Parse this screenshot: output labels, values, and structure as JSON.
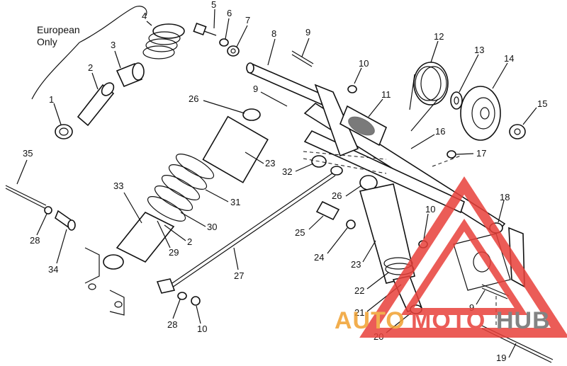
{
  "note": {
    "line1": "European",
    "line2": "Only"
  },
  "callouts": [
    "1",
    "2",
    "3",
    "4",
    "5",
    "6",
    "7",
    "8",
    "9",
    "10",
    "11",
    "12",
    "13",
    "14",
    "15",
    "16",
    "17",
    "18",
    "9",
    "10",
    "2",
    "23",
    "23",
    "24",
    "25",
    "26",
    "26",
    "27",
    "28",
    "28",
    "29",
    "30",
    "31",
    "32",
    "33",
    "34",
    "35",
    "19",
    "20",
    "21",
    "22",
    "10",
    "9"
  ],
  "watermark": {
    "text_part1": "AUTO",
    "text_part2": "MOTO",
    "text_part3": "HUB",
    "color_red": "#e8403a",
    "color_gray": "#6e6e6e",
    "color_orange": "#f0a030"
  }
}
